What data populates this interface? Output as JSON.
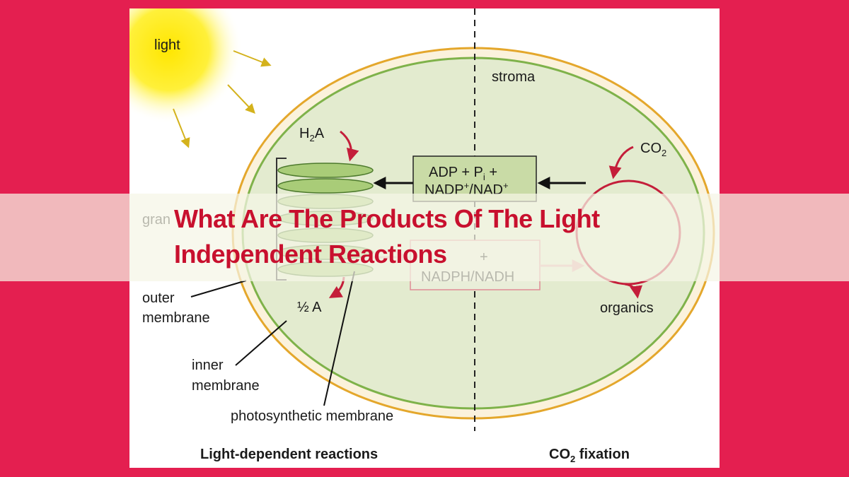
{
  "title": "What Are The Products Of The Light Independent Reactions",
  "diagram": {
    "labels": {
      "light": "light",
      "stroma": "stroma",
      "h2a_main": "H",
      "h2a_sub": "2",
      "h2a_end": "A",
      "co2_main": "CO",
      "co2_sub": "2",
      "granum_partial": "gran",
      "adp_line1_a": "ADP + P",
      "adp_line1_sub": "i",
      "adp_line1_b": " +",
      "adp_line2_a": "NADP",
      "adp_line2_sup1": "+",
      "adp_line2_b": "/NAD",
      "adp_line2_sup2": "+",
      "atp_partial": "+",
      "nadph": "NADPH/NADH",
      "half_a": "½ A",
      "organics": "organics",
      "outer_membrane_1": "outer",
      "outer_membrane_2": "membrane",
      "inner_membrane_1": "inner",
      "inner_membrane_2": "membrane",
      "photosynthetic_membrane": "photosynthetic membrane",
      "light_dependent": "Light-dependent reactions",
      "co2_fix_main": "CO",
      "co2_fix_sub": "2",
      "co2_fix_end": " fixation"
    },
    "colors": {
      "background": "#e41f50",
      "title": "#c8102e",
      "outer_membrane": "#e4a72c",
      "inner_membrane": "#7fb24a",
      "stroma_fill": "#e3ebcf",
      "sun": "#ffe600",
      "arrow_red": "#c41e3a",
      "thylakoid": "#a9cc78"
    }
  }
}
